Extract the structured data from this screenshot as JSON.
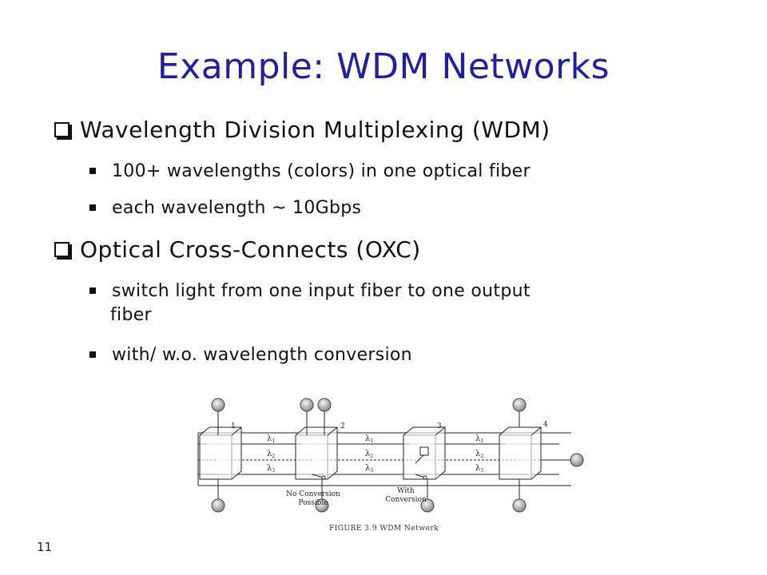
{
  "slide": {
    "title": "Example: WDM Networks",
    "bullets": [
      {
        "text": "Wavelength Division Multiplexing (WDM)",
        "sub": [
          {
            "text": " 100+ wavelengths (colors) in one optical fiber"
          },
          {
            "text": " each wavelength ~ 10Gbps"
          }
        ]
      },
      {
        "text": "Optical Cross-Connects (OXC)",
        "sub": [
          {
            "line1": " switch light from one input fiber to one output",
            "line2": "fiber"
          },
          {
            "text": " with/ w.o. wavelength conversion"
          }
        ]
      }
    ],
    "figure": {
      "node_labels": [
        "1",
        "2",
        "3",
        "4"
      ],
      "lambda_1": "λ",
      "sub_1": "1",
      "sub_2": "2",
      "sub_3": "3",
      "no_conversion_line1": "No Conversion",
      "no_conversion_line2": "Possible",
      "with_line1": "With",
      "with_line2": "Conversion",
      "caption": "FIGURE 3.9   WDM Network"
    },
    "slide_number": "11"
  }
}
